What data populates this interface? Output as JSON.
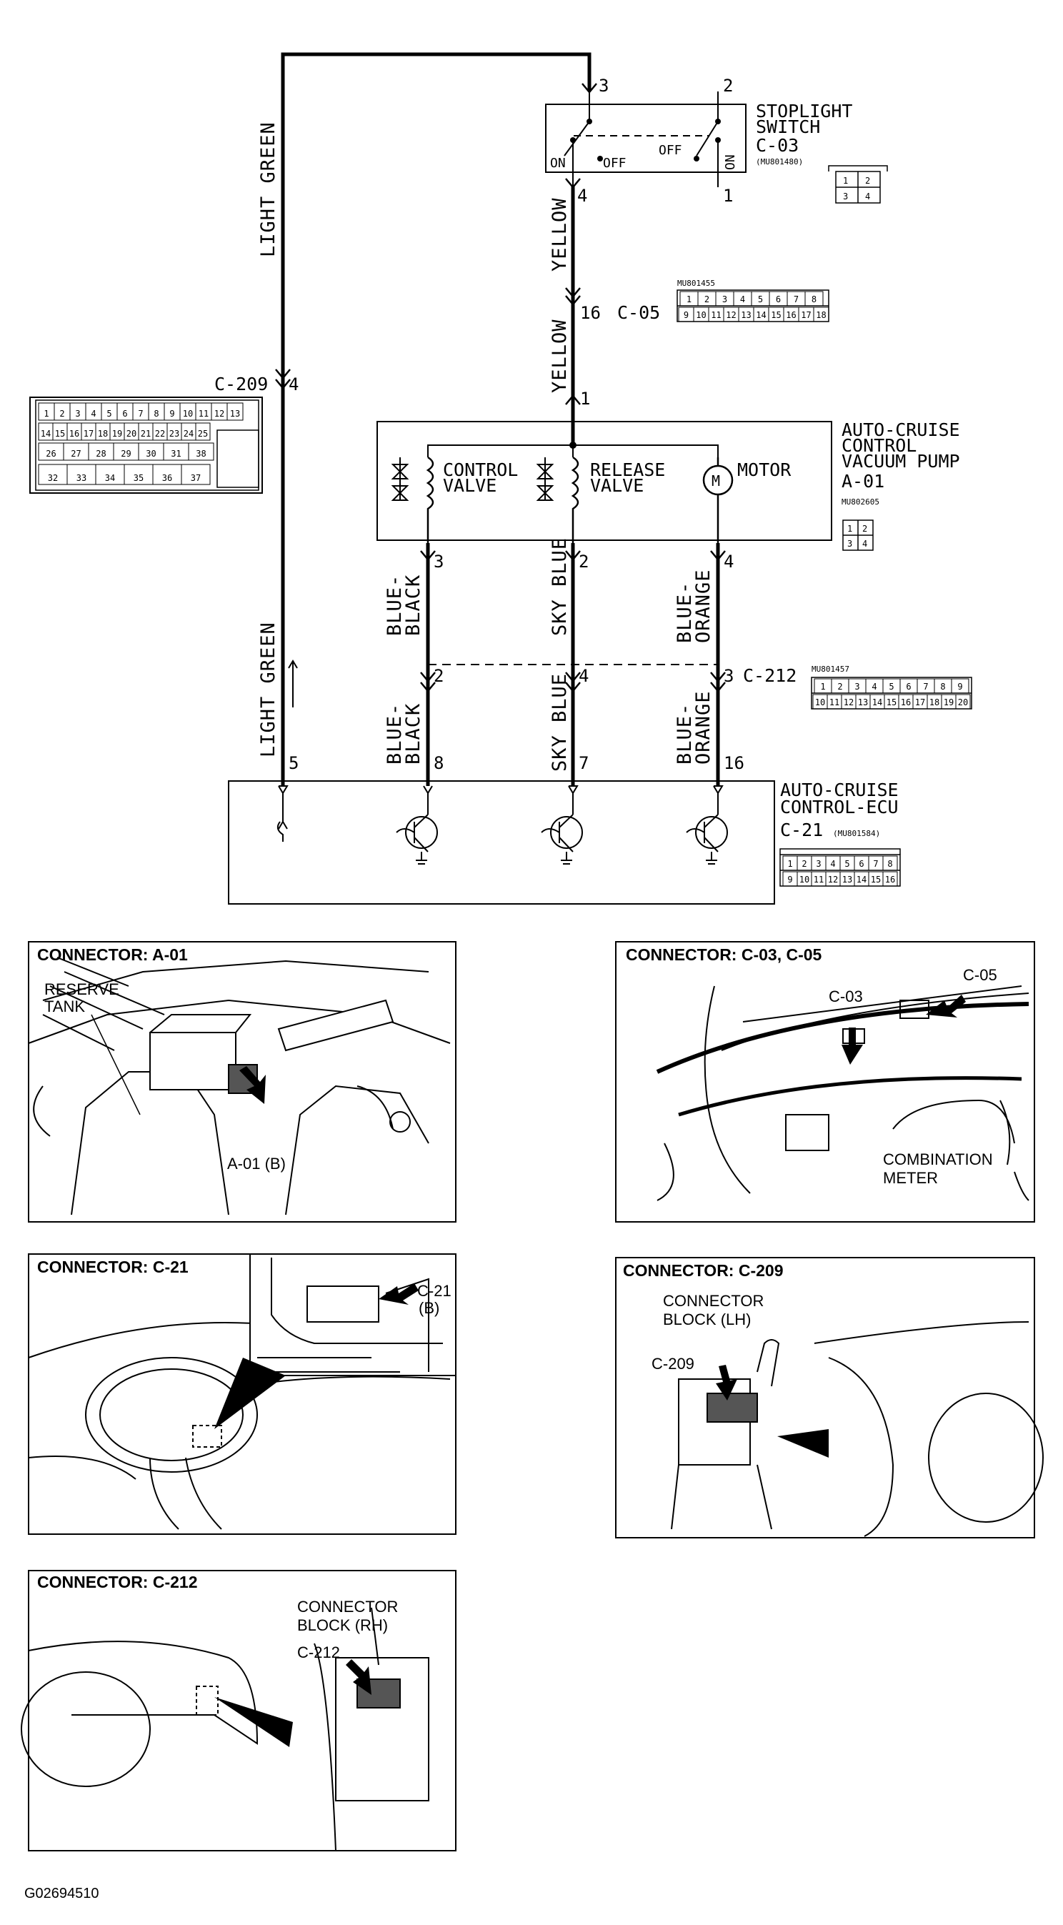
{
  "wires": {
    "light_green": "LIGHT GREEN",
    "yellow": "YELLOW",
    "blue_black": "BLUE-\nBLACK",
    "sky_blue": "SKY BLUE",
    "blue_orange": "BLUE-\nORANGE"
  },
  "stoplight": {
    "title1": "STOPLIGHT",
    "title2": "SWITCH",
    "id": "C-03",
    "part": "(MU801480)",
    "on_left": "ON",
    "off_left": "OFF",
    "off_right": "OFF",
    "on_right": "ON",
    "pin3": "3",
    "pin2": "2",
    "pin4": "4",
    "pin1": "1",
    "grid": [
      "1",
      "2",
      "3",
      "4"
    ]
  },
  "c05": {
    "id": "C-05",
    "pin": "16",
    "part": "MU801455",
    "grid_top": [
      "1",
      "2",
      "3",
      "4",
      "5",
      "6",
      "7",
      "8"
    ],
    "grid_bot": [
      "9",
      "10",
      "11",
      "12",
      "13",
      "14",
      "15",
      "16",
      "17",
      "18"
    ]
  },
  "c209": {
    "id": "C-209",
    "pin": "4",
    "row1": [
      "1",
      "2",
      "3",
      "4",
      "5",
      "6",
      "7",
      "8",
      "9",
      "10",
      "11",
      "12",
      "13"
    ],
    "row2": [
      "14",
      "15",
      "16",
      "17",
      "18",
      "19",
      "20",
      "21",
      "22",
      "23",
      "24",
      "25"
    ],
    "row3": [
      "26",
      "27",
      "28",
      "29",
      "30",
      "31",
      "38"
    ],
    "row4": [
      "32",
      "33",
      "34",
      "35",
      "36",
      "37"
    ]
  },
  "pump": {
    "title1": "AUTO-CRUISE",
    "title2": "CONTROL",
    "title3": "VACUUM PUMP",
    "id": "A-01",
    "part": "MU802605",
    "control_valve1": "CONTROL",
    "control_valve2": "VALVE",
    "release_valve1": "RELEASE",
    "release_valve2": "VALVE",
    "motor": "MOTOR",
    "motor_symbol": "M",
    "pin1": "1",
    "pin3": "3",
    "pin2": "2",
    "pin4": "4",
    "grid": [
      "1",
      "2",
      "3",
      "4"
    ]
  },
  "c212": {
    "id": "C-212",
    "part": "MU801457",
    "pin2": "2",
    "pin4": "4",
    "pin3": "3",
    "grid_top": [
      "1",
      "2",
      "3",
      "4",
      "5",
      "6",
      "7",
      "8",
      "9"
    ],
    "grid_bot": [
      "10",
      "11",
      "12",
      "13",
      "14",
      "15",
      "16",
      "17",
      "18",
      "19",
      "20"
    ]
  },
  "ecu": {
    "title1": "AUTO-CRUISE",
    "title2": "CONTROL-ECU",
    "id": "C-21",
    "part": "(MU801584)",
    "pin5": "5",
    "pin8": "8",
    "pin7": "7",
    "pin16": "16",
    "grid_top": [
      "1",
      "2",
      "3",
      "4",
      "5",
      "6",
      "7",
      "8"
    ],
    "grid_bot": [
      "9",
      "10",
      "11",
      "12",
      "13",
      "14",
      "15",
      "16"
    ]
  },
  "photos": {
    "a01_title": "CONNECTOR: A-01",
    "a01_reserve1": "RESERVE",
    "a01_reserve2": "TANK",
    "a01_label": "A-01 (B)",
    "c03_title": "CONNECTOR: C-03, C-05",
    "c03_label": "C-03",
    "c05_label": "C-05",
    "combination1": "COMBINATION",
    "combination2": "METER",
    "c21_title": "CONNECTOR: C-21",
    "c21_label1": "C-21",
    "c21_label2": "(B)",
    "c209_title": "CONNECTOR: C-209",
    "c209_block1": "CONNECTOR",
    "c209_block2": "BLOCK (LH)",
    "c209_label": "C-209",
    "c212_title": "CONNECTOR: C-212",
    "c212_block1": "CONNECTOR",
    "c212_block2": "BLOCK (RH)",
    "c212_label": "C-212"
  },
  "footer_code": "G02694510"
}
